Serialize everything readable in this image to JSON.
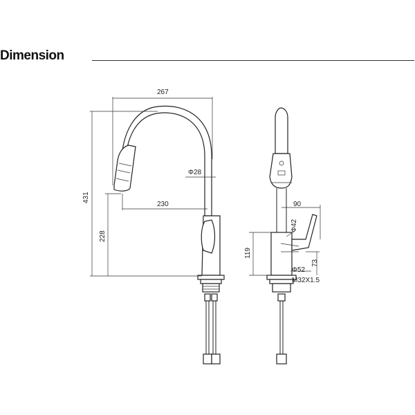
{
  "header": {
    "title": "Dimension"
  },
  "front_view": {
    "dims": {
      "width_total": "267",
      "height_total": "431",
      "spout_reach": "230",
      "spout_height": "228",
      "hose_dia": "Φ28"
    }
  },
  "side_view": {
    "dims": {
      "handle_reach": "90",
      "lever_dia": "Φ42",
      "body_height": "119",
      "lever_height": "73",
      "base_dia": "Φ52",
      "thread": "M32X1.5"
    }
  }
}
